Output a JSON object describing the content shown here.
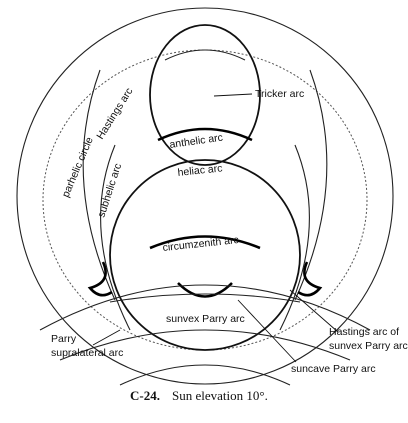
{
  "labels": {
    "tricker_arc": "Tricker arc",
    "hastings_arc": "Hastings arc",
    "parhelic_circle": "parhelic circle",
    "anthelic_arc": "anthelic arc",
    "heliac_arc": "heliac arc",
    "subhelic_arc": "subhelic arc",
    "circumzenith_arc": "circumzenith arc",
    "sunvex_parry_arc": "sunvex Parry arc",
    "parry_supralateral_arc_line1": "Parry",
    "parry_supralateral_arc_line2": "supralateral arc",
    "hastings_arc_of_sunvex_line1": "Hastings arc of",
    "hastings_arc_of_sunvex_line2": "sunvex Parry arc",
    "suncave_parry_arc": "suncave Parry arc"
  },
  "caption": {
    "number": "C-24.",
    "text": "Sun elevation 10°."
  }
}
